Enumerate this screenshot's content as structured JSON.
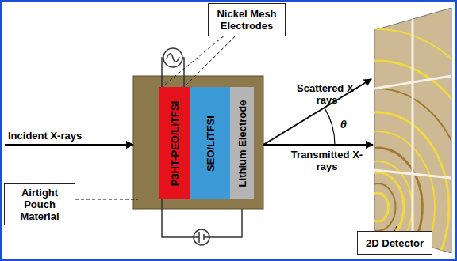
{
  "diagram": {
    "nodes": [
      {
        "text": [
          "Nickel Mesh Electrodes"
        ]
      },
      {
        "text": [
          "P3HT-PEO/LiTFSI"
        ]
      },
      {
        "text": [
          "SEO/LiTFSI"
        ]
      },
      {
        "text": [
          "Lithium Electrode"
        ]
      },
      {
        "text": [
          "Airtight Pouch Material"
        ]
      },
      {
        "text": [
          "2D Detector"
        ]
      }
    ],
    "edges": [
      {
        "from": 0,
        "to": 1,
        "arrow": "none"
      },
      {
        "from": 0,
        "to": 1,
        "arrow": "none"
      }
    ],
    "labels": [
      "Incident X-rays",
      "Scattered X-rays",
      "Transmitted X-rays",
      "θ"
    ]
  }
}
